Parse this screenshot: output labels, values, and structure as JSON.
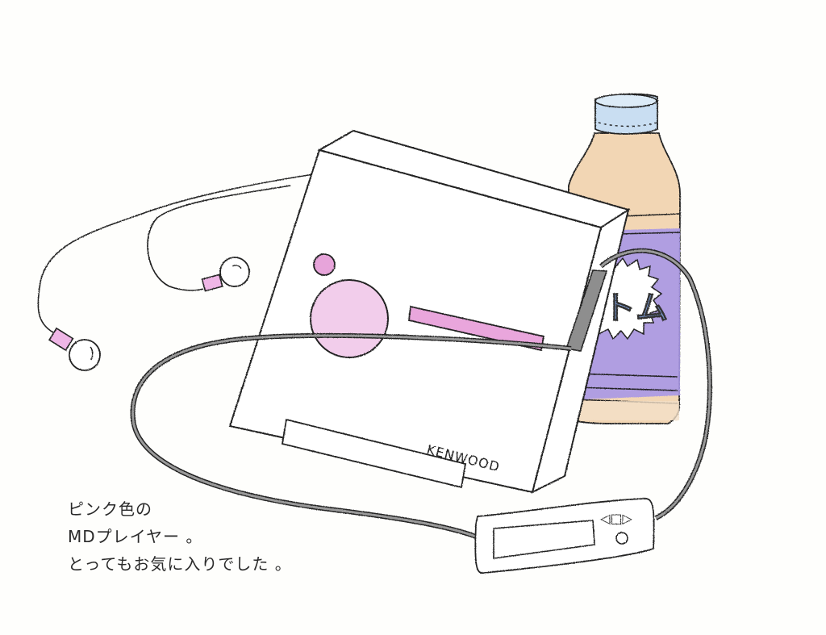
{
  "illustration": {
    "subject": "Pink MD player with earphones and a drink bottle",
    "colors": {
      "background": "#fefefc",
      "line": "#222222",
      "pink": "#e9a6dc",
      "pink_light": "#f4d2ee",
      "bottle_tan": "#efcfa8",
      "bottle_cap": "#c6dcf0",
      "bottle_label": "#a493e0",
      "cable_gray": "#8a8a8a"
    },
    "md_player": {
      "brand": "KENWOOD"
    },
    "bottle": {
      "label_text": "トム"
    },
    "remote": {
      "buttons": [
        "◁",
        "□",
        "▷",
        "○"
      ]
    },
    "caption": {
      "line1": "ピンク色の",
      "line2": "MDプレイヤー 。",
      "line3": "とってもお気に入りでした 。"
    }
  }
}
